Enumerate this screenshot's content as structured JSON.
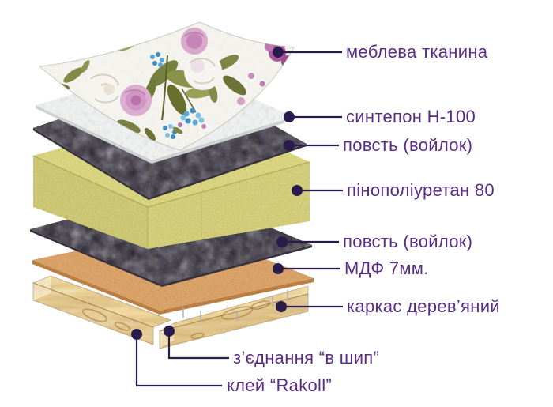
{
  "figure": {
    "type": "exploded-layer-diagram",
    "language": "uk",
    "colors": {
      "background": "#ffffff",
      "label_text": "#5b2c87",
      "callout": "#2a1b4d",
      "fabric_base": "#f4f3ee",
      "batting": "#edf0ef",
      "felt": "#5d5765",
      "foam": "#dcd77f",
      "mdf": "#dda268",
      "wood": "#efd79d"
    },
    "callouts": [
      {
        "id": "fabric",
        "label": "меблева тканина"
      },
      {
        "id": "padding",
        "label": "синтепон Н-100"
      },
      {
        "id": "felt_upper",
        "label": "повсть (войлок)"
      },
      {
        "id": "foam",
        "label": "пінополіуретан 80"
      },
      {
        "id": "felt_lower",
        "label": "повсть (войлок)"
      },
      {
        "id": "mdf",
        "label": "МДФ 7мм."
      },
      {
        "id": "frame",
        "label": "каркас дерев’яний"
      },
      {
        "id": "joint",
        "label": "з’єднання “в шип”"
      },
      {
        "id": "glue",
        "label": "клей “Rakoll”"
      }
    ]
  }
}
